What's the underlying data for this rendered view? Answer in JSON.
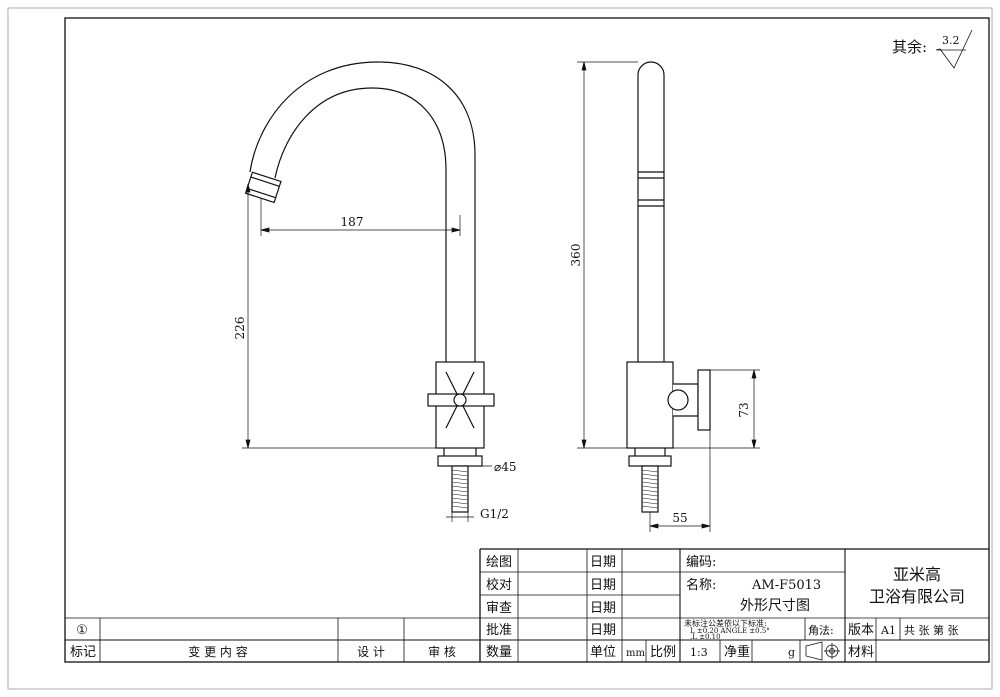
{
  "surface_finish": {
    "label": "其余:",
    "value": "3.2"
  },
  "dimensions": {
    "reach": "187",
    "height_left": "226",
    "overall_height": "360",
    "handle_height": "73",
    "base_diameter": "⌀45",
    "thread": "G1/2",
    "base_offset": "55"
  },
  "title_block": {
    "draw": "绘图",
    "check": "校对",
    "review": "审查",
    "approve": "批准",
    "quantity": "数量",
    "date": "日期",
    "unit": "单位",
    "unit_value": "mm",
    "scale": "比例",
    "scale_value": "1:3",
    "net_weight": "净重",
    "weight_unit": "g",
    "material": "材料",
    "code": "编码:",
    "name_label": "名称:",
    "model": "AM-F5013",
    "drawing_title": "外形尺寸图",
    "company_line1": "亚米高",
    "company_line2": "卫浴有限公司",
    "tolerance_note": "未标注公差依以下标准:",
    "tol_line1": "L    ±0.20   ANGLE  ±0.5°",
    "tol_line2": ".L   ±0.10",
    "projection": "角法:",
    "version": "版本",
    "version_value": "A1",
    "sheets": "共  张 第  张",
    "revision_no": "①",
    "mark": "标记",
    "change_content": "变 更 内 容",
    "design": "设 计",
    "audit": "审 核"
  }
}
